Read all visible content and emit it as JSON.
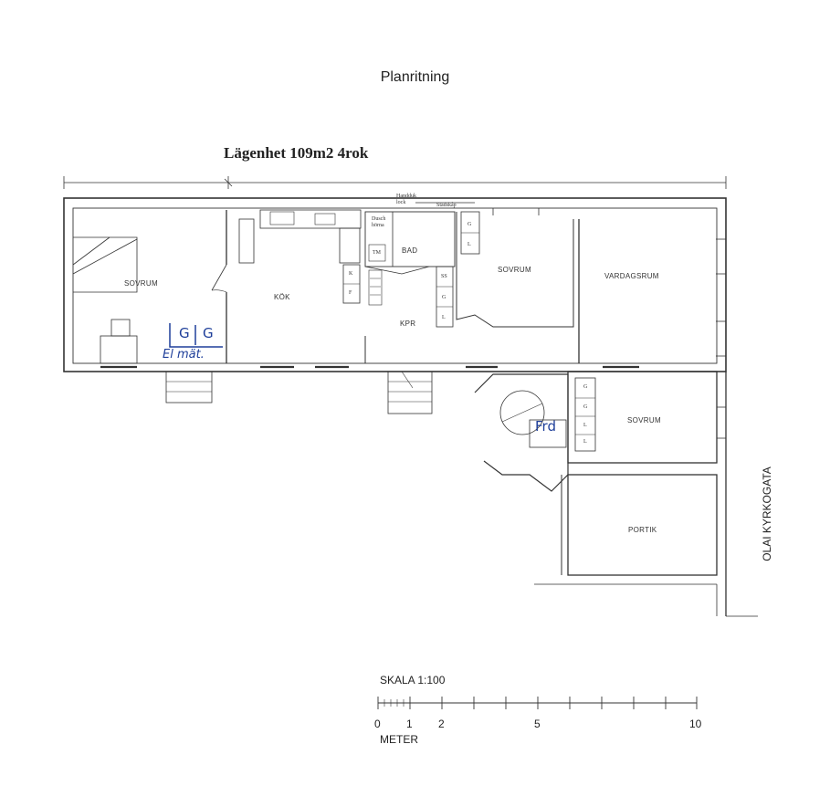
{
  "title": "Planritning",
  "subtitle": "Lägenhet 109m2 4rok",
  "rooms": {
    "sovrum_left": "SOVRUM",
    "kok": "KÖK",
    "kpr": "KPR",
    "bad": "BAD",
    "sovrum_mid": "SOVRUM",
    "vardagsrum": "VARDAGSRUM",
    "sovrum_right": "SOVRUM",
    "portik": "PORTIK"
  },
  "fixtures": {
    "dusch": "Dusch\nhörna",
    "handduk": "Handduk\nlock",
    "stadskap": "Städskåp",
    "tm": "TM",
    "k": "K",
    "f": "F",
    "g": "G",
    "l": "L",
    "ss": "SS"
  },
  "handwritten": {
    "g1": "G",
    "g2": "G",
    "elmat": "El mät.",
    "frd": "Frd"
  },
  "street": "OLAI KYRKOGATA",
  "scale": {
    "label": "SKALA 1:100",
    "ticks": [
      "0",
      "1",
      "2",
      "5",
      "10"
    ],
    "unit": "METER"
  }
}
